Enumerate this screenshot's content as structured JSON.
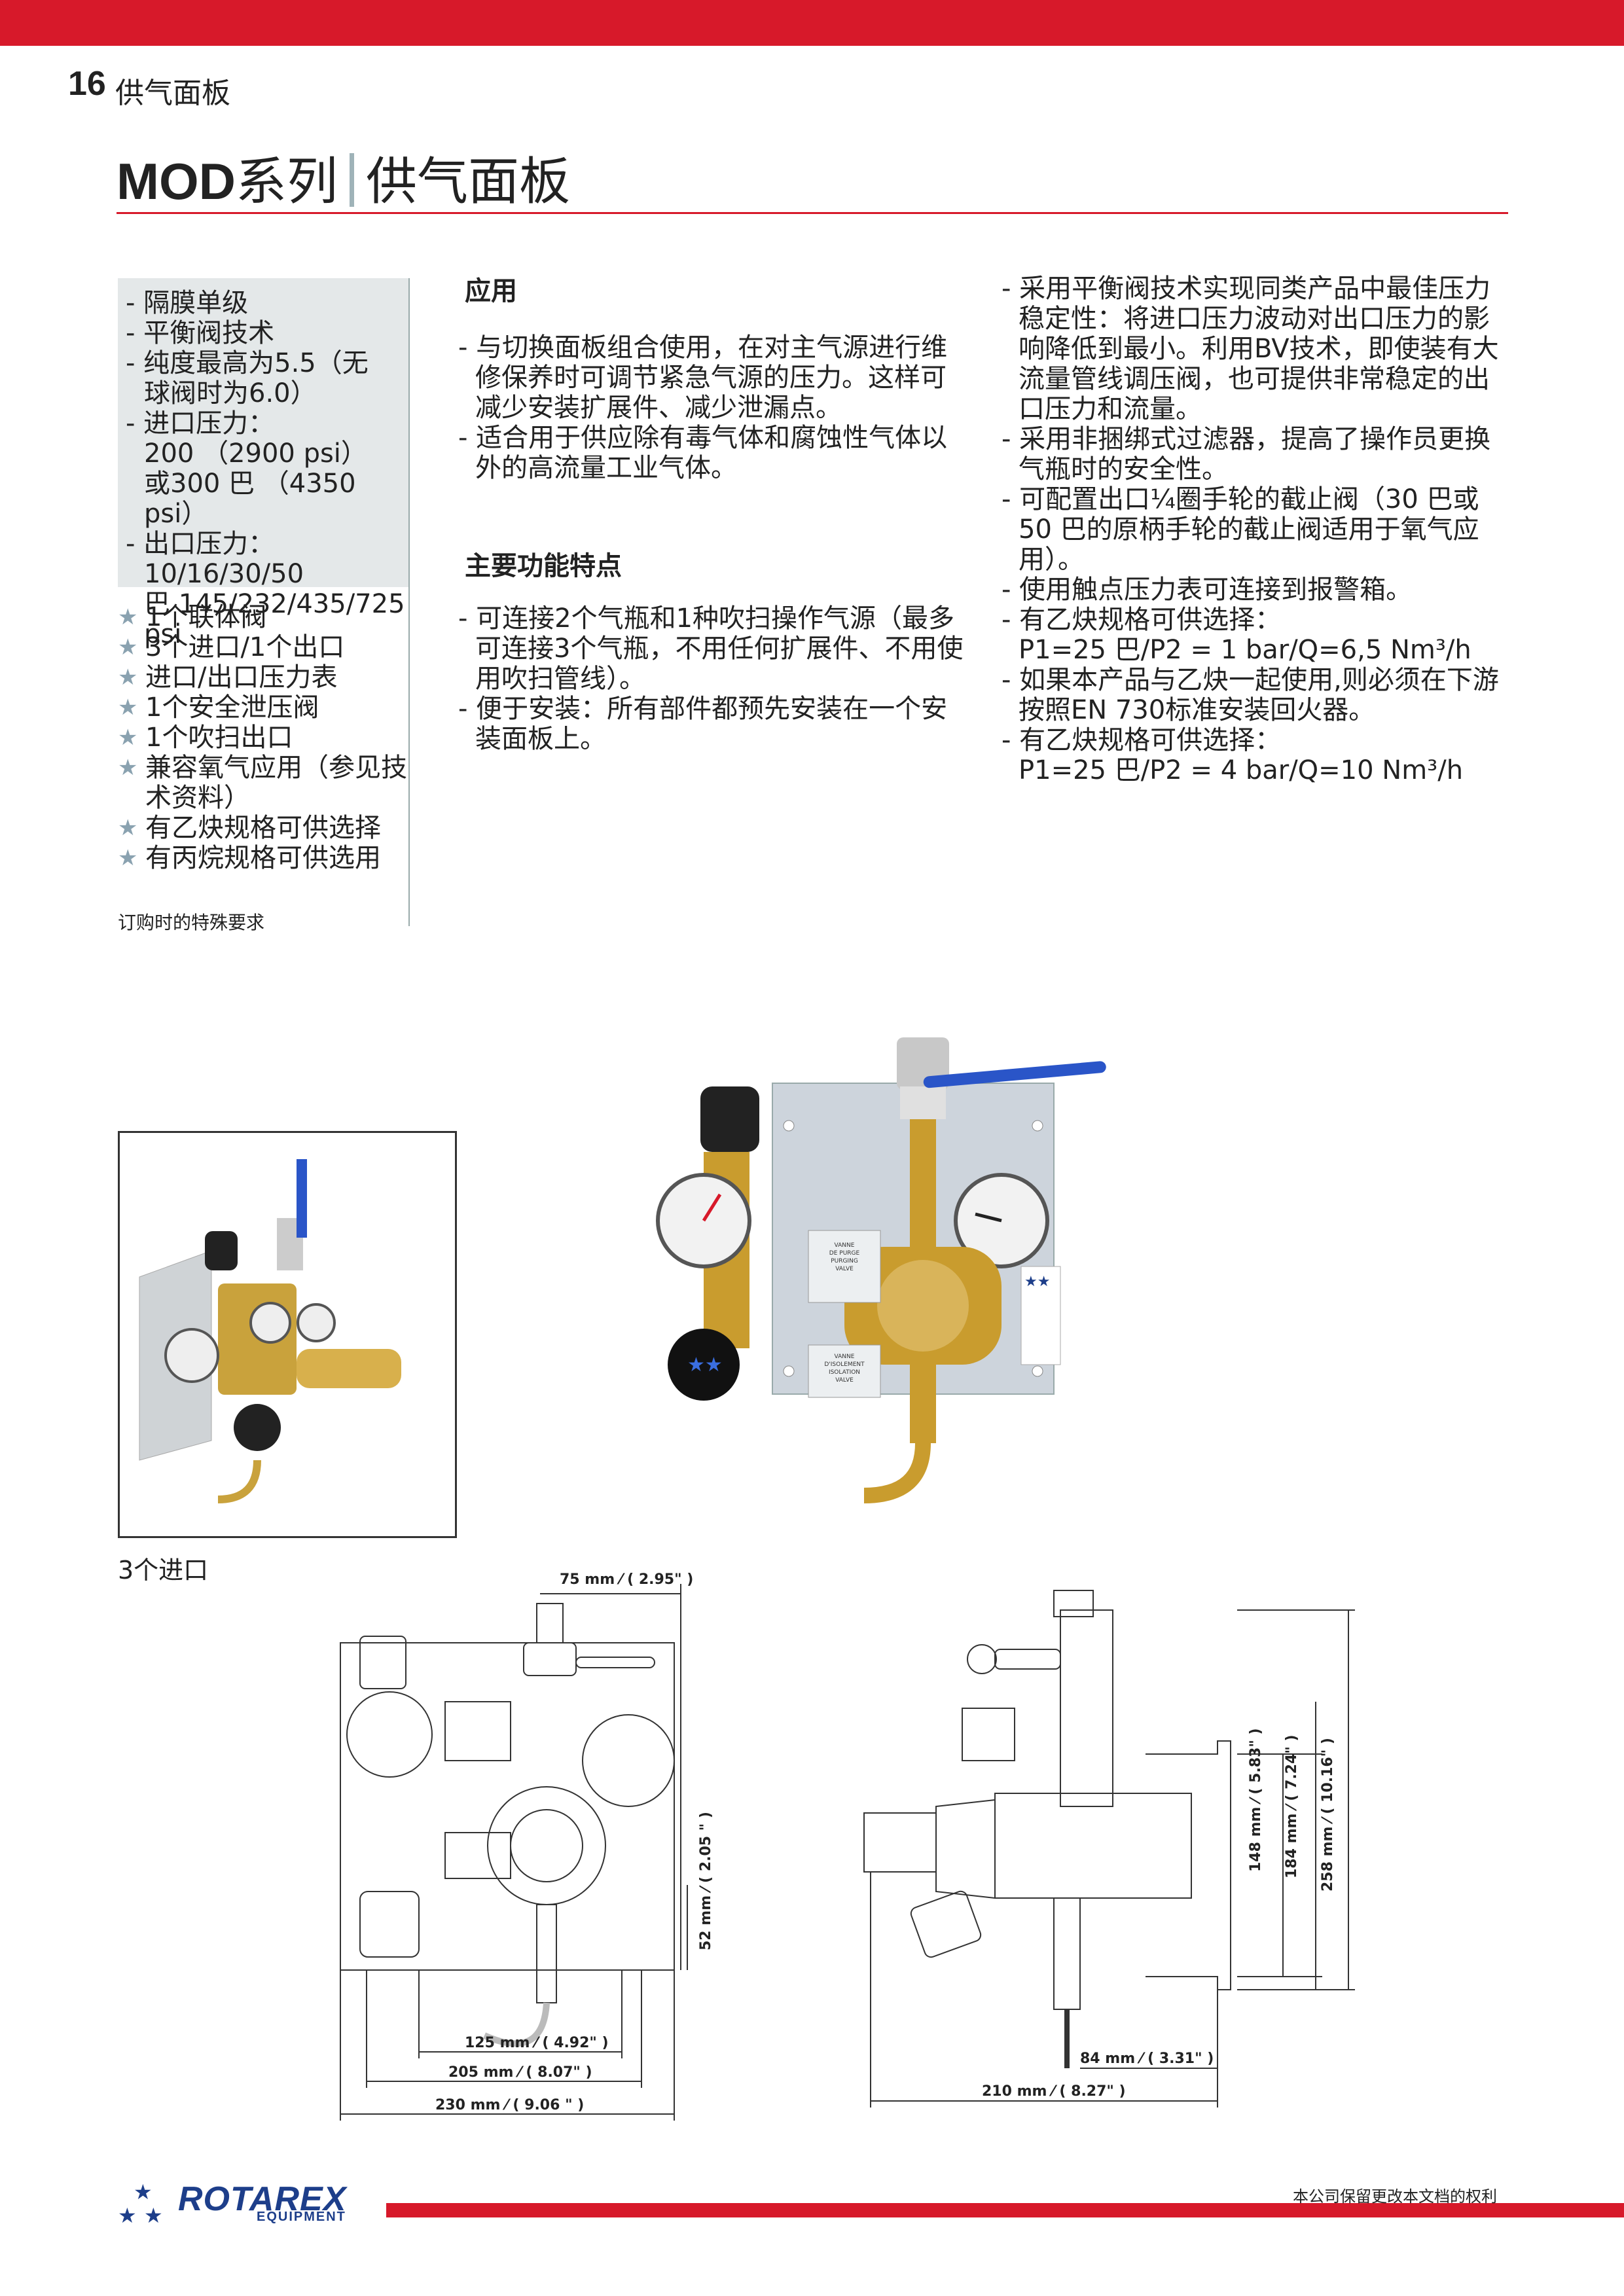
{
  "header": {
    "page_number": "16",
    "section": "供气面板"
  },
  "title": {
    "series": "MOD",
    "series_suffix": "系列",
    "name": "供气面板"
  },
  "spec_box": {
    "items": [
      {
        "text": "- 隔膜单级"
      },
      {
        "text": "- 平衡阀技术"
      },
      {
        "text": "- 纯度最高为5.5（无",
        "cont": "球阀时为6.0）"
      },
      {
        "text": "- 进口压力：",
        "cont": "200 （2900 psi）",
        "cont2": "或300 巴 （4350 psi）"
      },
      {
        "text": "- 出口压力：  10/16/30/50",
        "cont": "巴 145/232/435/725 psi"
      }
    ]
  },
  "features_starred": [
    "1个联体阀",
    "3个进口/1个出口",
    "进口/出口压力表",
    "1个安全泄压阀",
    "1个吹扫出口",
    "兼容氧气应用（参见技术资料）",
    "有乙炔规格可供选择",
    "有丙烷规格可供选用"
  ],
  "special_order_note": "订购时的特殊要求",
  "application": {
    "heading": "应用",
    "items": [
      "- 与切换面板组合使用，在对主气源进行维修保养时可调节紧急气源的压力。这样可减少安装扩展件、减少泄漏点。",
      "- 适合用于供应除有毒气体和腐蚀性气体以外的高流量工业气体。"
    ]
  },
  "main_features": {
    "heading": "主要功能特点",
    "items": [
      "- 可连接2个气瓶和1种吹扫操作气源（最多可连接3个气瓶，不用任何扩展件、不用使用吹扫管线）。",
      "- 便于安装：所有部件都预先安装在一个安装面板上。"
    ]
  },
  "right_column": {
    "items": [
      "- 采用平衡阀技术实现同类产品中最佳压力稳定性：将进口压力波动对出口压力的影响降低到最小。利用BV技术，即使装有大流量管线调压阀，也可提供非常稳定的出口压力和流量。",
      "- 采用非捆绑式过滤器，提高了操作员更换气瓶时的安全性。",
      "- 可配置出口¼圈手轮的截止阀（30 巴或50 巴的原柄手轮的截止阀适用于氧气应用）。",
      "- 使用触点压力表可连接到报警箱。",
      "- 有乙炔规格可供选择：",
      "P1=25 巴/P2 = 1 bar/Q=6,5 Nm³/h",
      "- 如果本产品与乙炔一起使用,则必须在下游按照EN 730标准安装回火器。",
      "- 有乙炔规格可供选择：",
      "P1=25 巴/P2 = 4 bar/Q=10 Nm³/h"
    ]
  },
  "photo_caption": "3个进口",
  "panel_labels": {
    "purge": [
      "VANNE",
      "DE PURGE",
      "PURGING",
      "VALVE"
    ],
    "isolation": [
      "VANNE",
      "D'ISOLEMENT",
      "ISOLATION",
      "VALVE"
    ]
  },
  "dimensions": {
    "front": {
      "top_width": "75 mm ⁄ ( 2.95\" )",
      "right_height": "52 mm ⁄ ( 2.05 \" )",
      "bottom_1": "125 mm ⁄ ( 4.92\" )",
      "bottom_2": "205 mm ⁄ ( 8.07\" )",
      "bottom_3": "230 mm ⁄ ( 9.06 \" )"
    },
    "side": {
      "h1": "148 mm ⁄ ( 5.83\" )",
      "h2": "184 mm ⁄ ( 7.24\" )",
      "h3": "258 mm ⁄ ( 10.16\" )",
      "bottom_1": "84 mm ⁄ ( 3.31\" )",
      "bottom_2": "210 mm ⁄ ( 8.27\" )"
    }
  },
  "footer": {
    "brand": "ROTAREX",
    "brand_sub": "EQUIPMENT",
    "rights": "本公司保留更改本文档的权利"
  },
  "colors": {
    "accent_red": "#d7192a",
    "brand_blue": "#1d3e8a",
    "spec_bg": "#e4e8e9"
  }
}
